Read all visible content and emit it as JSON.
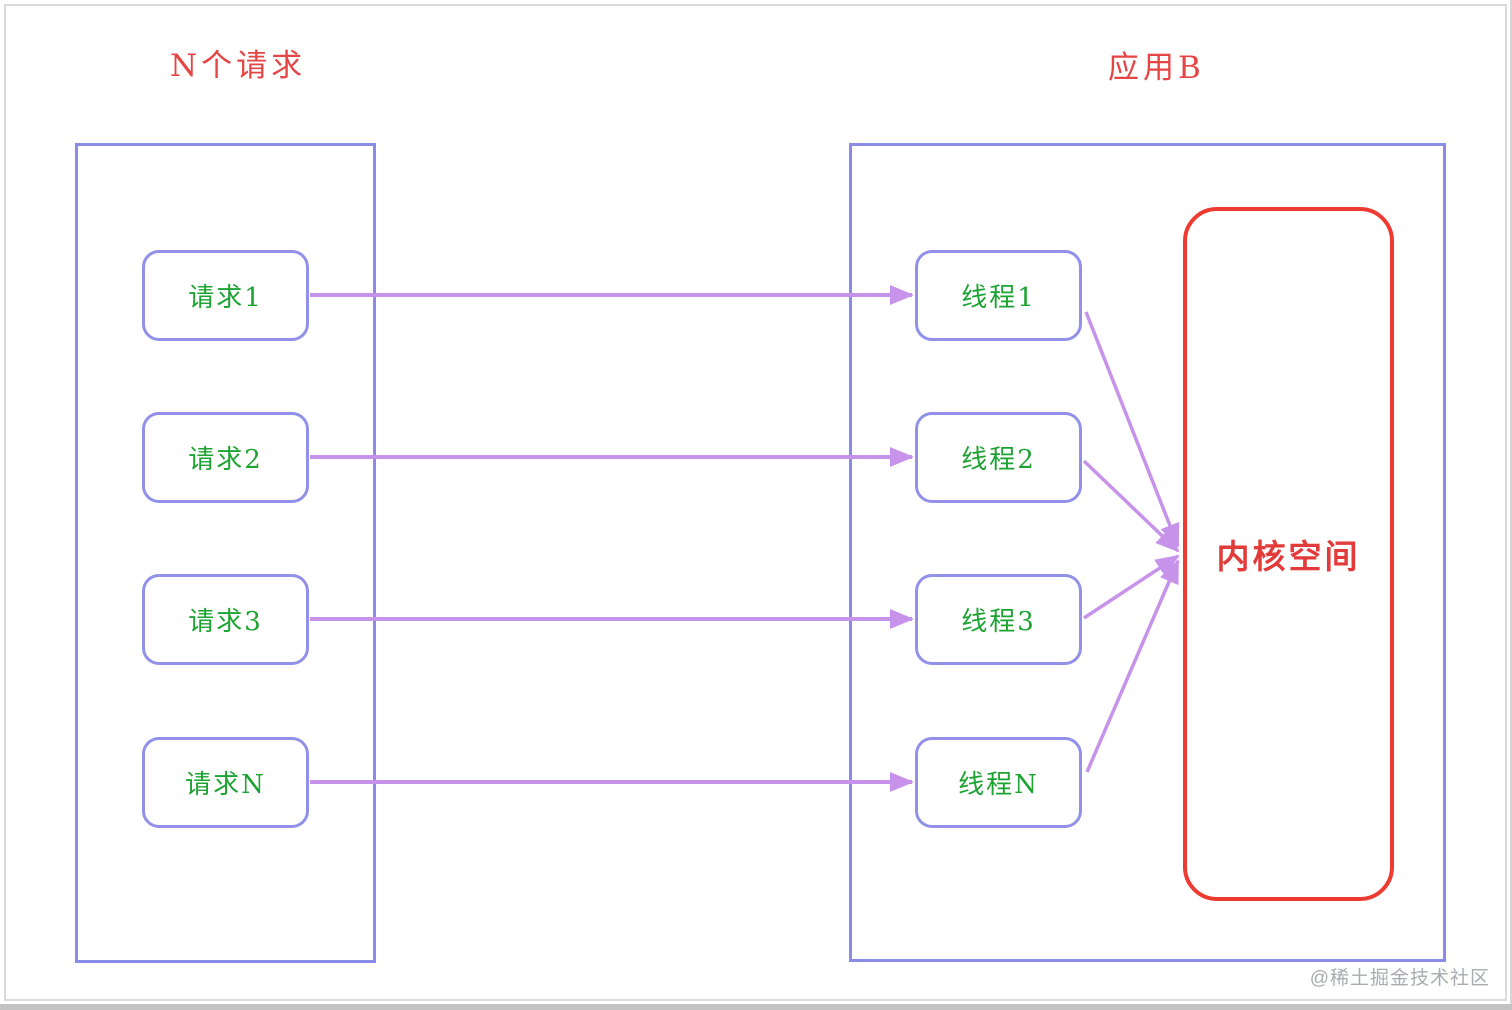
{
  "titles": {
    "left": "N个请求",
    "right": "应用B"
  },
  "left_panel": {
    "requests": [
      {
        "label": "请求1"
      },
      {
        "label": "请求2"
      },
      {
        "label": "请求3"
      },
      {
        "label": "请求N"
      }
    ]
  },
  "right_panel": {
    "threads": [
      {
        "label": "线程1"
      },
      {
        "label": "线程2"
      },
      {
        "label": "线程3"
      },
      {
        "label": "线程N"
      }
    ],
    "kernel_label": "内核空间"
  },
  "watermark": "@稀土掘金技术社区",
  "colors": {
    "title_red": "#e64545",
    "kernel_border_red": "#ed3b32",
    "kernel_text_red": "#e33a3a",
    "node_border_purple": "#9191e9",
    "container_border_purple": "#8a8ae8",
    "label_green": "#1da332",
    "arrow_purple": "#c793ea",
    "watermark_gray": "#a8abb0"
  }
}
